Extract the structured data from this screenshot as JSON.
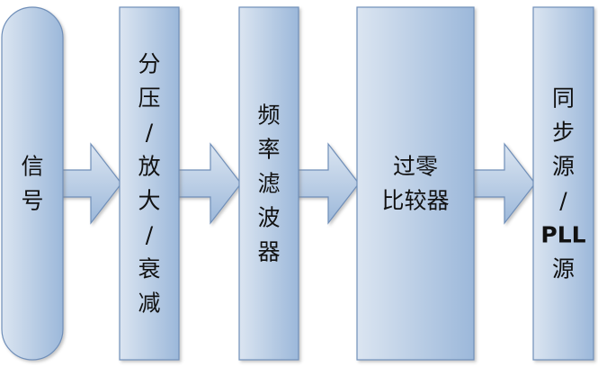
{
  "blocks": [
    {
      "id": "signal",
      "shape": "pill",
      "lines": [
        "信",
        "号"
      ]
    },
    {
      "id": "divide-amplify-attenuate",
      "shape": "rect",
      "lines": [
        "分",
        "压",
        "/",
        "放",
        "大",
        "/",
        "衰",
        "减"
      ]
    },
    {
      "id": "frequency-filter",
      "shape": "rect",
      "lines": [
        "频",
        "率",
        "滤",
        "波",
        "器"
      ]
    },
    {
      "id": "zero-crossing-comparator",
      "shape": "rect",
      "lines": [
        "过零",
        "比较器"
      ]
    },
    {
      "id": "sync-source-pll",
      "shape": "rect",
      "lines": [
        "同",
        "步",
        "源",
        "/",
        "PLL",
        "源"
      ]
    }
  ],
  "arrows": [
    {
      "from": "signal",
      "to": "divide-amplify-attenuate"
    },
    {
      "from": "divide-amplify-attenuate",
      "to": "frequency-filter"
    },
    {
      "from": "frequency-filter",
      "to": "zero-crossing-comparator"
    },
    {
      "from": "zero-crossing-comparator",
      "to": "sync-source-pll"
    }
  ],
  "colors": {
    "fill_light": "#dbe5f1",
    "fill_dark": "#95b3d7",
    "stroke": "#6f8fb9",
    "text": "#111111"
  }
}
